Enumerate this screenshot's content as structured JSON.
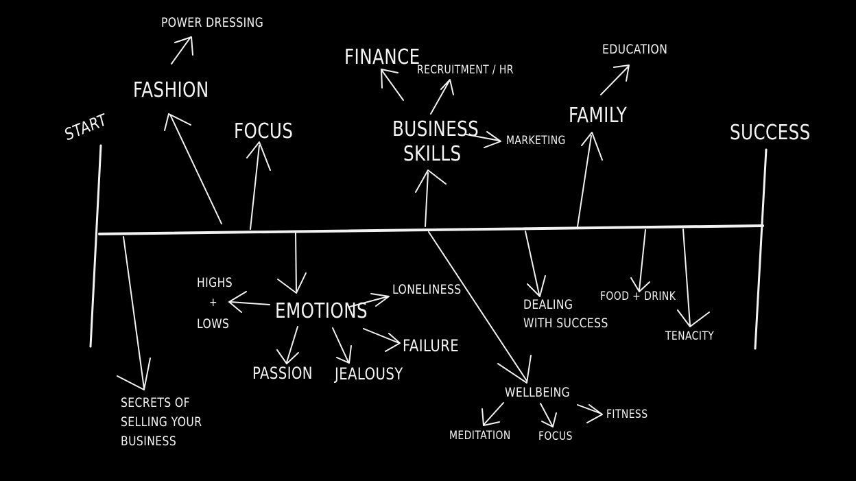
{
  "background_color": "#000000",
  "stroke_color": "#f2f2f2",
  "timeline": {
    "start": "START",
    "end": "SUCCESS"
  },
  "upper_topics": {
    "fashion": "FASHION",
    "power_dressing": "POWER DRESSING",
    "focus": "FOCUS",
    "finance": "FINANCE",
    "recruitment_hr": "RECRUITMENT / HR",
    "business_skills_1": "BUSINESS",
    "business_skills_2": "SKILLS",
    "marketing": "MARKETING",
    "family": "FAMILY",
    "education": "EDUCATION"
  },
  "lower_topics": {
    "secrets_1": "SECRETS OF",
    "secrets_2": "SELLING YOUR",
    "secrets_3": "BUSINESS",
    "highs": "HIGHS",
    "plus": "+",
    "lows": "LOWS",
    "emotions": "EMOTIONS",
    "loneliness": "LONELINESS",
    "failure": "FAILURE",
    "passion": "PASSION",
    "jealousy": "JEALOUSY",
    "dealing_1": "DEALING",
    "dealing_2": "WITH SUCCESS",
    "food_drink": "FOOD + DRINK",
    "tenacity": "TENACITY",
    "wellbeing": "WELLBEING",
    "meditation": "MEDITATION",
    "focus": "FOCUS",
    "fitness": "FITNESS"
  }
}
